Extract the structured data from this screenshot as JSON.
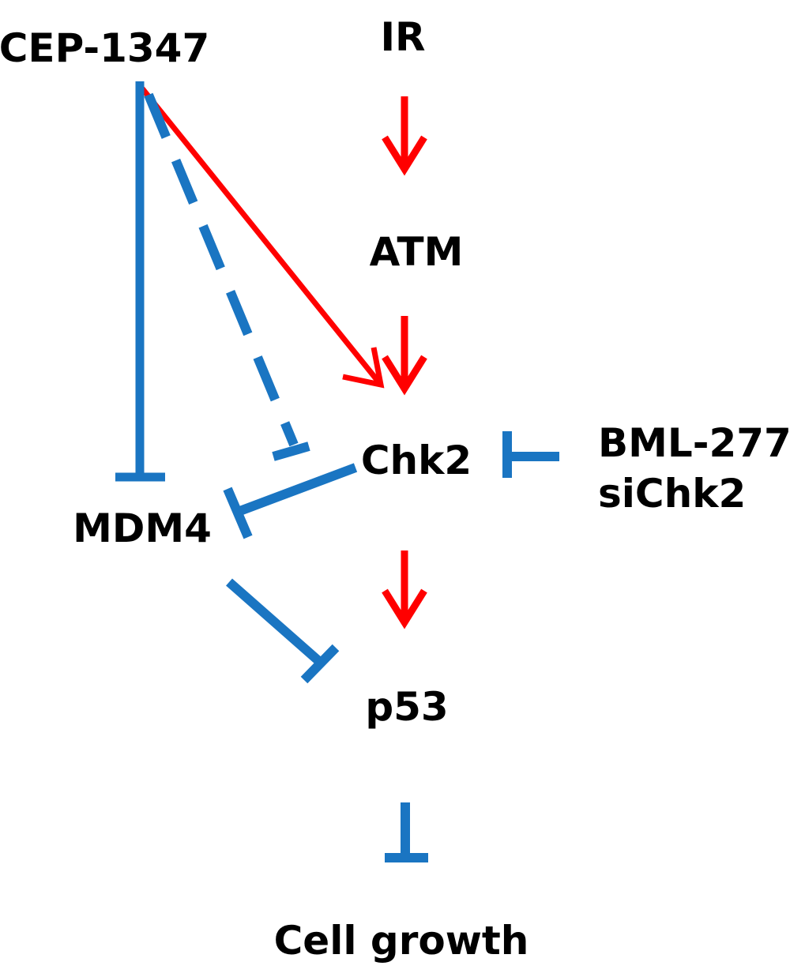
{
  "diagram": {
    "colors": {
      "activation": "#ff0000",
      "inhibition": "#1a75c2",
      "text": "#000000"
    },
    "nodes": {
      "cep1347": "CEP-1347",
      "ir": "IR",
      "atm": "ATM",
      "chk2": "Chk2",
      "bml277": "BML-277",
      "sichk2": "siChk2",
      "mdm4": "MDM4",
      "p53": "p53",
      "cell_growth": "Cell growth"
    },
    "edges": [
      {
        "id": "ir-atm",
        "from": "IR",
        "to": "ATM",
        "type": "activation",
        "style": "solid"
      },
      {
        "id": "atm-chk2",
        "from": "ATM",
        "to": "Chk2",
        "type": "activation",
        "style": "solid"
      },
      {
        "id": "chk2-p53",
        "from": "Chk2",
        "to": "p53",
        "type": "activation",
        "style": "solid"
      },
      {
        "id": "cep1347-chk2",
        "from": "CEP-1347",
        "to": "Chk2",
        "type": "activation",
        "style": "solid"
      },
      {
        "id": "cep1347-mdm4",
        "from": "CEP-1347",
        "to": "MDM4",
        "type": "inhibition",
        "style": "solid"
      },
      {
        "id": "cep1347-chk2-mdm4",
        "from": "CEP-1347",
        "to": "Chk2-MDM4 interaction",
        "type": "inhibition",
        "style": "dashed"
      },
      {
        "id": "chk2-mdm4",
        "from": "Chk2",
        "to": "MDM4",
        "type": "inhibition",
        "style": "solid"
      },
      {
        "id": "mdm4-p53",
        "from": "MDM4",
        "to": "p53",
        "type": "inhibition",
        "style": "solid"
      },
      {
        "id": "bml277-chk2",
        "from": "BML-277 / siChk2",
        "to": "Chk2",
        "type": "inhibition",
        "style": "solid"
      },
      {
        "id": "p53-cellgrowth",
        "from": "p53",
        "to": "Cell growth",
        "type": "inhibition",
        "style": "solid"
      }
    ]
  }
}
